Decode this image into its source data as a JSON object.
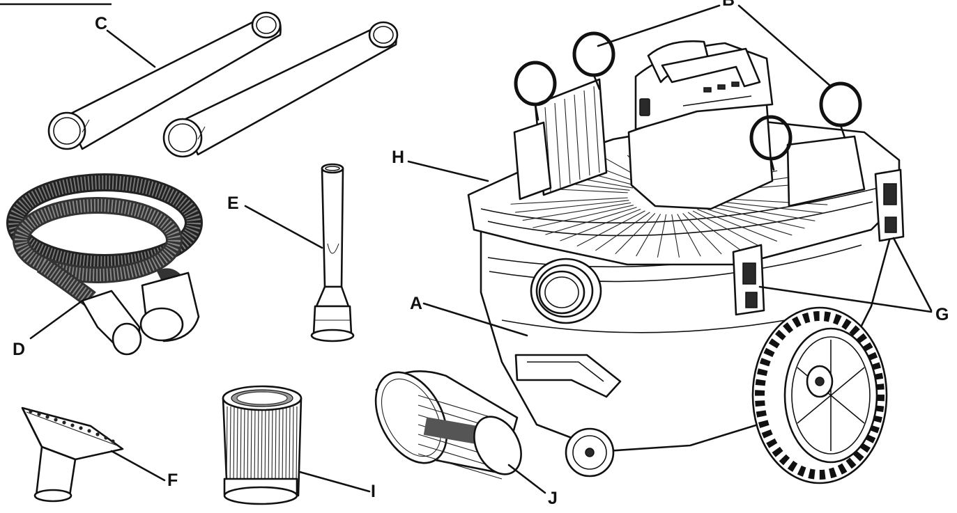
{
  "labels": {
    "A": "A",
    "B": "B",
    "C": "C",
    "D": "D",
    "E": "E",
    "F": "F",
    "G": "G",
    "H": "H",
    "I": "I",
    "J": "J"
  }
}
